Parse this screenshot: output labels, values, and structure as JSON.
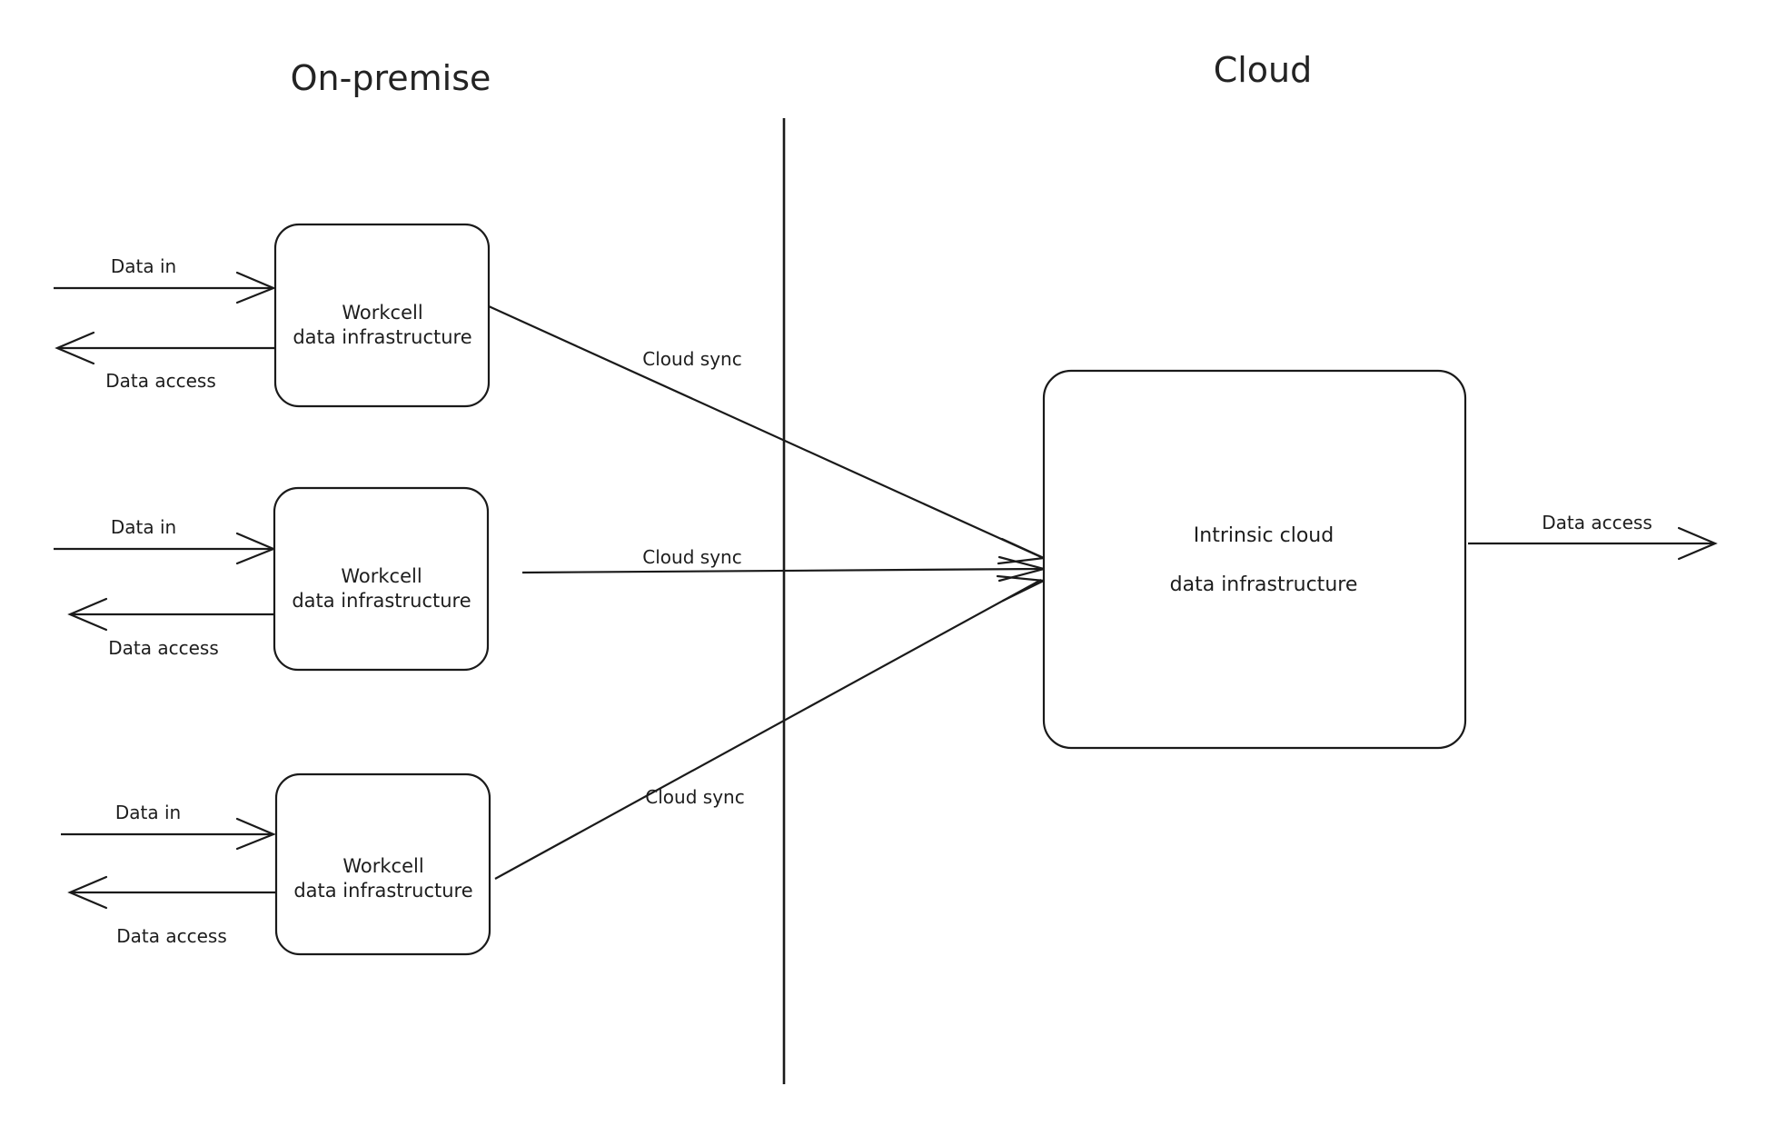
{
  "zones": {
    "left_title": "On-premise",
    "right_title": "Cloud"
  },
  "nodes": {
    "workcell": {
      "line1": "Workcell",
      "line2": "data infrastructure"
    },
    "cloud": {
      "line1": "Intrinsic cloud",
      "line2": "data infrastructure"
    }
  },
  "edges": {
    "data_in": "Data in",
    "data_access": "Data access",
    "cloud_sync": "Cloud sync",
    "cloud_data_access": "Data access"
  },
  "rows": [
    {
      "id": "row-1",
      "data_in": "Data in",
      "data_access": "Data access",
      "cloud_sync": "Cloud sync",
      "node_line1": "Workcell",
      "node_line2": "data infrastructure"
    },
    {
      "id": "row-2",
      "data_in": "Data in",
      "data_access": "Data access",
      "cloud_sync": "Cloud sync",
      "node_line1": "Workcell",
      "node_line2": "data infrastructure"
    },
    {
      "id": "row-3",
      "data_in": "Data in",
      "data_access": "Data access",
      "cloud_sync": "Cloud sync",
      "node_line1": "Workcell",
      "node_line2": "data infrastructure"
    }
  ],
  "colors": {
    "stroke": "#1a1a1a",
    "text": "#1d1d1d",
    "background": "#ffffff"
  }
}
